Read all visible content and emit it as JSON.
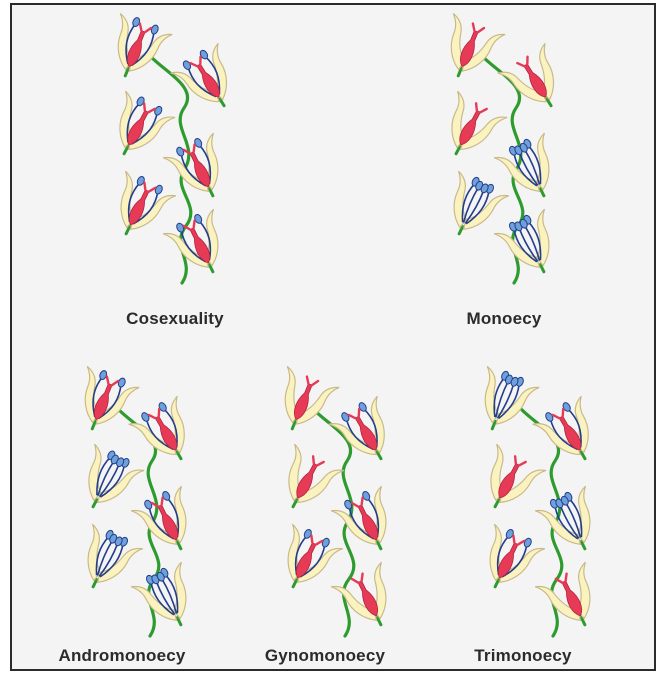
{
  "labels": {
    "cosexuality": "Cosexuality",
    "monoecy": "Monoecy",
    "andromonoecy": "Andromonoecy",
    "gynomonoecy": "Gynomonoecy",
    "trimonoecy": "Trimonoecy"
  },
  "legend_kinds": [
    "perfect",
    "staminate",
    "pistillate"
  ],
  "plants": [
    {
      "id": "cosexuality",
      "flowers": [
        "perfect",
        "perfect",
        "perfect",
        "perfect",
        "perfect",
        "perfect"
      ]
    },
    {
      "id": "monoecy",
      "flowers": [
        "pistillate",
        "pistillate",
        "pistillate",
        "staminate",
        "staminate",
        "staminate"
      ]
    },
    {
      "id": "andromonoecy",
      "flowers": [
        "perfect",
        "perfect",
        "staminate",
        "perfect",
        "staminate",
        "staminate"
      ]
    },
    {
      "id": "gynomonoecy",
      "flowers": [
        "pistillate",
        "perfect",
        "pistillate",
        "perfect",
        "perfect",
        "pistillate"
      ]
    },
    {
      "id": "trimonoecy",
      "flowers": [
        "staminate",
        "perfect",
        "pistillate",
        "staminate",
        "perfect",
        "pistillate"
      ]
    }
  ],
  "colors": {
    "stem": "#2e9b2e",
    "petal_fill": "#fbf3bf",
    "petal_stroke": "#c9b98a",
    "pistil": "#e63a57",
    "pistil_dark": "#b3243d",
    "stamen_filament": "#233e8b",
    "anther": "#6ea0dc",
    "frame": "#2b2b2b",
    "panel_bg": "#f4f4f4"
  }
}
